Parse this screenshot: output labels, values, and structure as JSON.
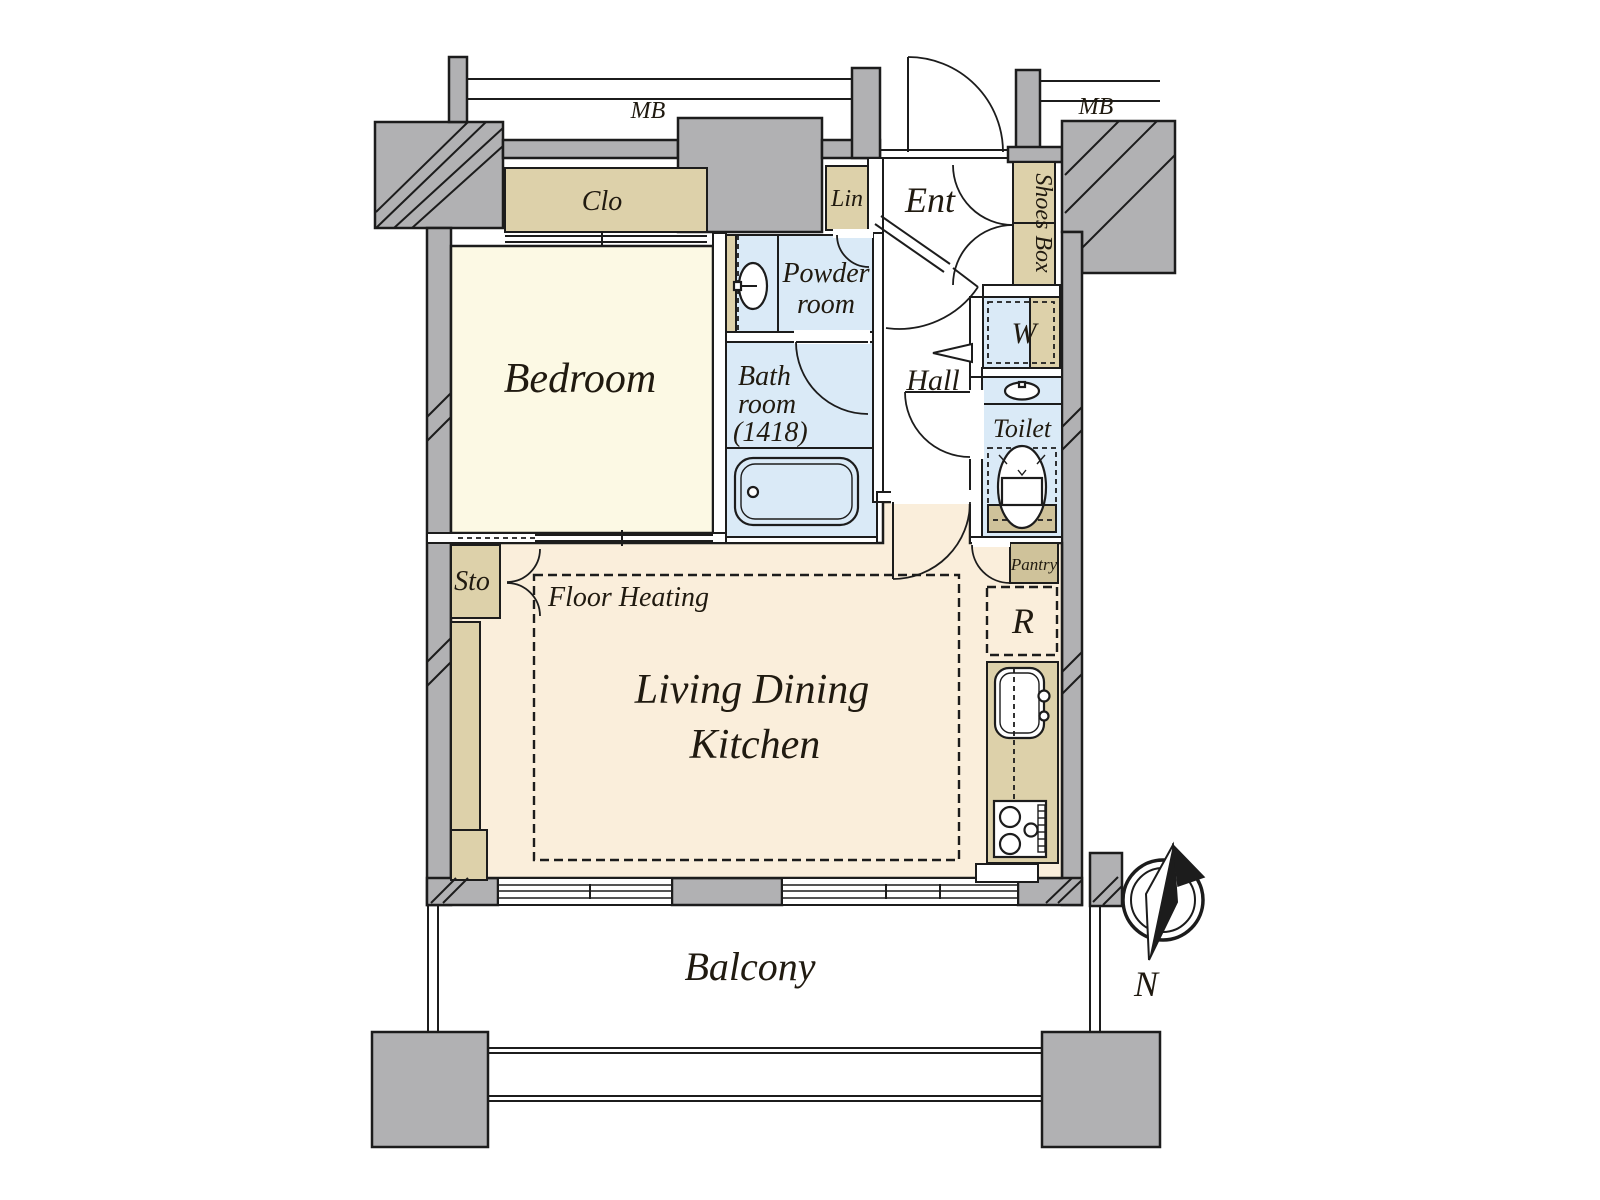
{
  "labels": {
    "mb_left": "MB",
    "mb_right": "MB",
    "closet": "Clo",
    "linen": "Lin",
    "entrance": "Ent",
    "shoes_box": "Shoes Box",
    "powder_line1": "Powder",
    "powder_line2": "room",
    "bath_line1": "Bath",
    "bath_line2": "room",
    "bath_line3": "(1418)",
    "hall": "Hall",
    "washer": "W",
    "toilet": "Toilet",
    "bedroom": "Bedroom",
    "storage": "Sto",
    "pantry": "Pantry",
    "refrigerator": "R",
    "floor_heating": "Floor Heating",
    "ldk_line1": "Living Dining",
    "ldk_line2": "Kitchen",
    "balcony": "Balcony",
    "compass_north": "N"
  },
  "colors": {
    "wall": "#b1b1b3",
    "outline": "#1c1c1c",
    "beige": "#ddd1aa",
    "beige_dark": "#cfc29a",
    "cream": "#fcf9e4",
    "peach": "#faeedb",
    "blue": "#daeaf7"
  }
}
